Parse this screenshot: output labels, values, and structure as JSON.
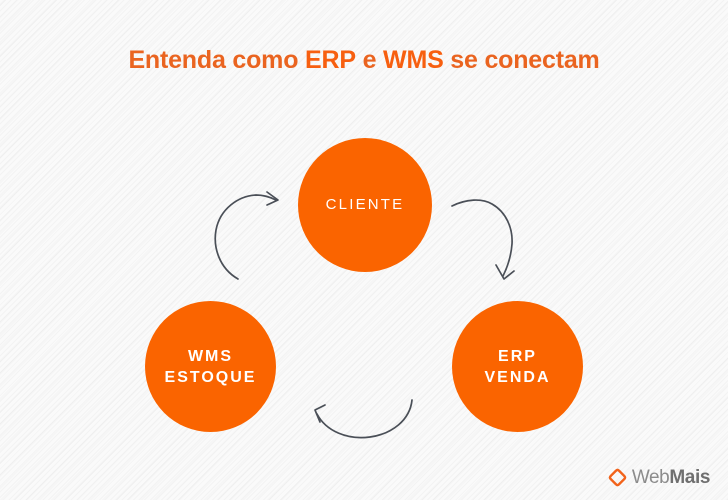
{
  "colors": {
    "background": "#fafafa",
    "circle_fill": "#fa6400",
    "title_orange": "#ea6420",
    "title_orange_bold": "#f75f10",
    "arrow_stroke": "#4a4f57",
    "logo_gray": "#8c8c8c",
    "logo_gray_dark": "#6f6f6f",
    "circle_text": "#ffffff"
  },
  "title": {
    "part1": "Entenda como ",
    "strong1": "ERP",
    "part2": " e ",
    "strong2": "WMS",
    "part3": " se conectam",
    "full_text": "Entenda como ERP e WMS se conectam"
  },
  "nodes": [
    {
      "id": "cliente",
      "label": "CLIENTE"
    },
    {
      "id": "wms",
      "label": "WMS\nESTOQUE"
    },
    {
      "id": "erp",
      "label": "ERP\nVENDA"
    }
  ],
  "arrows": [
    {
      "id": "arrow-wms-to-cliente",
      "from": "WMS ESTOQUE",
      "to": "CLIENTE",
      "direction": "counter-clockwise-left-up"
    },
    {
      "id": "arrow-cliente-to-erp",
      "from": "CLIENTE",
      "to": "ERP VENDA",
      "direction": "clockwise-right-down"
    },
    {
      "id": "arrow-erp-to-wms",
      "from": "ERP VENDA",
      "to": "WMS ESTOQUE",
      "direction": "right-to-left-bottom"
    }
  ],
  "logo": {
    "mark": "diamond-outline-icon",
    "text_light": "Web",
    "text_bold": "Mais",
    "full_text": "WebMais"
  }
}
